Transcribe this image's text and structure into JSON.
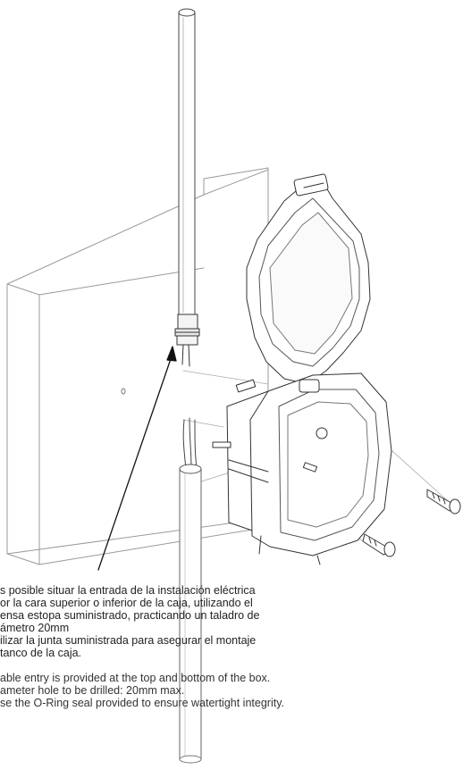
{
  "instructions_es": [
    "s posible situar la entrada de la instalación eléctrica",
    "or la cara superior o inferior de la caja, utilizando el",
    "ensa estopa suministrado, practicando un taladro de",
    "ámetro 20mm",
    "ilizar la junta suministrada para asegurar el montaje",
    "tanco de la caja."
  ],
  "instructions_en": [
    "able entry is provided at the top and bottom of the box.",
    "ameter hole to be drilled: 20mm max.",
    "se the O-Ring seal provided to ensure watertight integrity."
  ]
}
